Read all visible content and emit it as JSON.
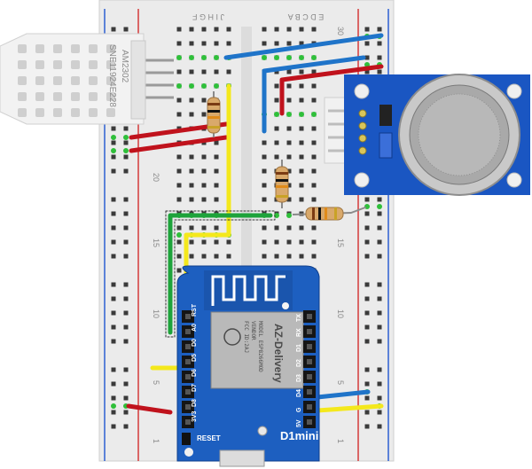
{
  "breadboard": {
    "top_columns_left": "J I H G F",
    "top_columns_right": "E D C B A",
    "left_row_numbers": [
      "20",
      "15",
      "10",
      "5",
      "1"
    ],
    "right_row_numbers": [
      "30",
      "15",
      "10",
      "5",
      "1"
    ],
    "holes_per_row": 5,
    "rows": 30
  },
  "dht_sensor": {
    "model": "AM2302",
    "serial": "SNE11924E228"
  },
  "gas_sensor": {
    "label": ""
  },
  "d1mini": {
    "left_pins": [
      "RST",
      "A0",
      "D0",
      "D5",
      "D6",
      "D7",
      "D8",
      "3V3"
    ],
    "right_pins": [
      "TX",
      "RX",
      "D1",
      "D2",
      "D3",
      "D4",
      "G",
      "5V"
    ],
    "brand": "AZ-Delivery",
    "module_text": [
      "MODEL ESP8266MOD",
      "VENDOR",
      "FCC ID:2AJ"
    ],
    "reset_label": "RESET",
    "name": "D1mini"
  },
  "colors": {
    "wire_red": "#c0121c",
    "wire_blue": "#1f74c9",
    "wire_yellow": "#f4e81c",
    "wire_green": "#1ea33b",
    "pcb_blue": "#1d5fc0",
    "breadboard": "#e9e9e9",
    "rail_red": "#d43b3b",
    "rail_blue": "#2d5fd1"
  }
}
